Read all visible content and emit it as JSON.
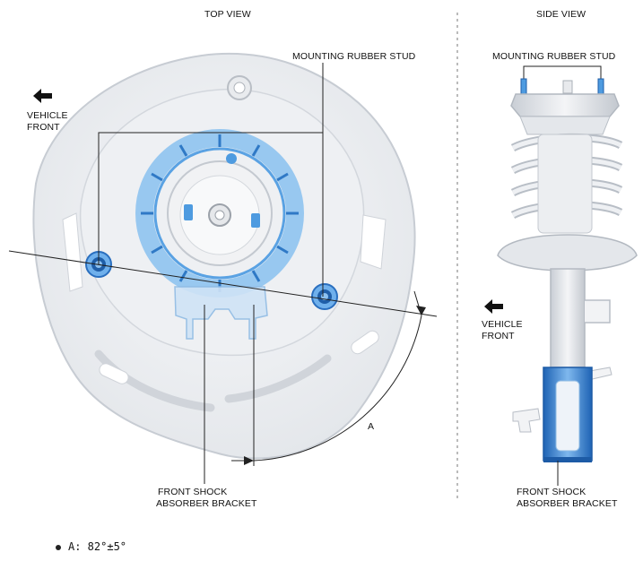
{
  "top_view": {
    "title": "TOP VIEW",
    "stud_label": "MOUNTING RUBBER STUD",
    "front_label_line1": "VEHICLE",
    "front_label_line2": "FRONT",
    "bracket_label_line1": "FRONT SHOCK",
    "bracket_label_line2": "ABSORBER BRACKET",
    "angle_label": "A"
  },
  "side_view": {
    "title": "SIDE VIEW",
    "stud_label": "MOUNTING RUBBER STUD",
    "front_label_line1": "VEHICLE",
    "front_label_line2": "FRONT",
    "bracket_label_line1": "FRONT SHOCK",
    "bracket_label_line2": "ABSORBER BRACKET"
  },
  "notes": [
    {
      "text": "A: 82°±5°"
    }
  ],
  "colors": {
    "highlight_blue": "#3a8fd8",
    "part_gray": "#d9dde2",
    "outline_gray": "#b8bec6",
    "line_black": "#222222"
  },
  "icons": {
    "front_arrow": "arrow-left-icon"
  }
}
